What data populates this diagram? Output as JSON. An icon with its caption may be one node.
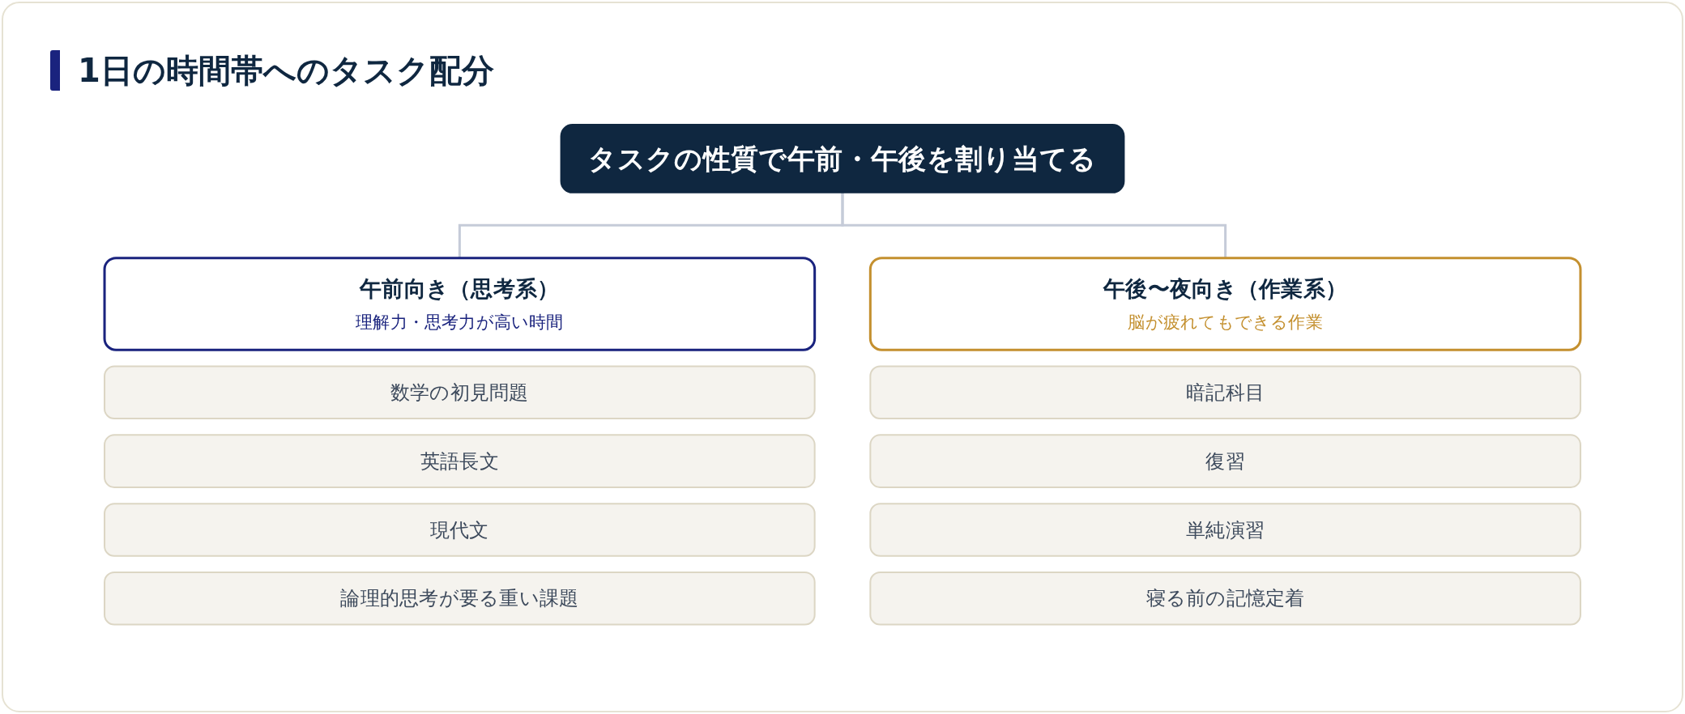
{
  "diagram": {
    "title": "1日の時間帯へのタスク配分",
    "nodes": [
      {
        "text": [
          "タスクの性質で午前・午後を割り当てる"
        ]
      },
      {
        "text": [
          "午前向き（思考系）",
          "理解力・思考力が高い時間"
        ]
      },
      {
        "text": [
          "午後〜夜向き（作業系）",
          "脳が疲れてもできる作業"
        ]
      },
      {
        "text": [
          "数学の初見問題"
        ]
      },
      {
        "text": [
          "英語長文"
        ]
      },
      {
        "text": [
          "現代文"
        ]
      },
      {
        "text": [
          "論理的思考が要る重い課題"
        ]
      },
      {
        "text": [
          "暗記科目"
        ]
      },
      {
        "text": [
          "復習"
        ]
      },
      {
        "text": [
          "単純演習"
        ]
      },
      {
        "text": [
          "寝る前の記憶定着"
        ]
      }
    ],
    "edges": [
      {
        "from": 0,
        "to": 1,
        "arrow": "none"
      },
      {
        "from": 0,
        "to": 2,
        "arrow": "none"
      }
    ]
  }
}
